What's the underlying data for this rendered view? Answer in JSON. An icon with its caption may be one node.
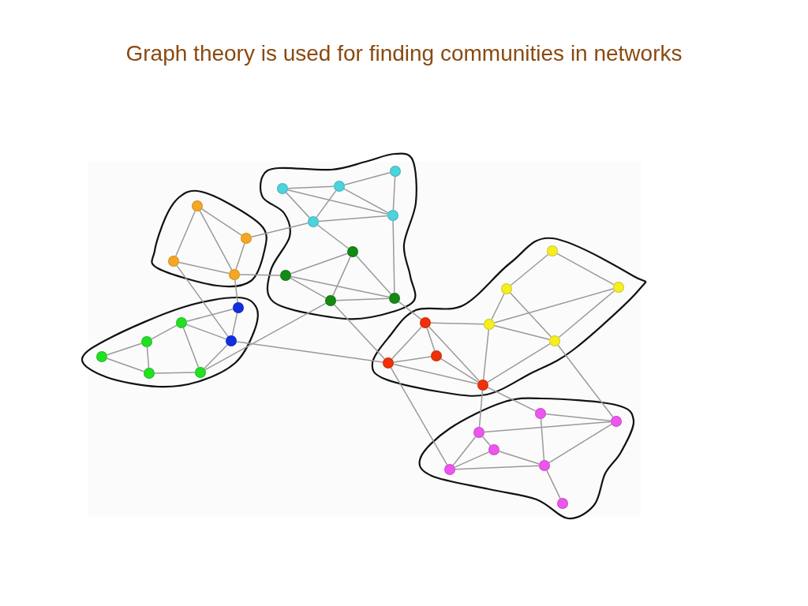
{
  "diagram": {
    "title": "Graph theory is used for finding communities in networks",
    "nodes": [
      {
        "text": [],
        "shape": "cloud"
      },
      {
        "text": [],
        "shape": "circle",
        "in": 0
      },
      {
        "text": [],
        "shape": "circle",
        "in": 0
      },
      {
        "text": [],
        "shape": "circle",
        "in": 0
      },
      {
        "text": [],
        "shape": "circle",
        "in": 0
      },
      {
        "text": [],
        "shape": "cloud"
      },
      {
        "text": [],
        "shape": "circle",
        "in": 5
      },
      {
        "text": [],
        "shape": "circle",
        "in": 5
      },
      {
        "text": [],
        "shape": "circle",
        "in": 5
      },
      {
        "text": [],
        "shape": "circle",
        "in": 5
      },
      {
        "text": [],
        "shape": "circle",
        "in": 5
      },
      {
        "text": [],
        "shape": "circle",
        "in": 5
      },
      {
        "text": [],
        "shape": "circle",
        "in": 5
      },
      {
        "text": [],
        "shape": "cloud"
      },
      {
        "text": [],
        "shape": "circle",
        "in": 13
      },
      {
        "text": [],
        "shape": "circle",
        "in": 13
      },
      {
        "text": [],
        "shape": "circle",
        "in": 13
      },
      {
        "text": [],
        "shape": "circle",
        "in": 13
      },
      {
        "text": [],
        "shape": "circle",
        "in": 13
      },
      {
        "text": [],
        "shape": "circle",
        "in": 13
      },
      {
        "text": [],
        "shape": "circle",
        "in": 13
      },
      {
        "text": [],
        "shape": "circle",
        "in": 13
      },
      {
        "text": [],
        "shape": "circle",
        "in": 13
      },
      {
        "text": [],
        "shape": "cloud"
      },
      {
        "text": [],
        "shape": "circle",
        "in": 23
      },
      {
        "text": [],
        "shape": "circle",
        "in": 23
      },
      {
        "text": [],
        "shape": "circle",
        "in": 23
      },
      {
        "text": [],
        "shape": "circle",
        "in": 23
      },
      {
        "text": [],
        "shape": "circle",
        "in": 23
      },
      {
        "text": [],
        "shape": "circle",
        "in": 23
      },
      {
        "text": [],
        "shape": "circle",
        "in": 23
      },
      {
        "text": [],
        "shape": "circle",
        "in": 23
      },
      {
        "text": [],
        "shape": "circle",
        "in": 23
      },
      {
        "text": [],
        "shape": "cloud"
      },
      {
        "text": [],
        "shape": "circle",
        "in": 33
      },
      {
        "text": [],
        "shape": "circle",
        "in": 33
      },
      {
        "text": [],
        "shape": "circle",
        "in": 33
      },
      {
        "text": [],
        "shape": "circle",
        "in": 33
      },
      {
        "text": [],
        "shape": "circle",
        "in": 33
      },
      {
        "text": [],
        "shape": "circle",
        "in": 33
      },
      {
        "text": [],
        "shape": "circle",
        "in": 33
      }
    ],
    "edges": [
      {
        "from": 1,
        "to": 2,
        "arrow": "none"
      },
      {
        "from": 1,
        "to": 3,
        "arrow": "none"
      },
      {
        "from": 1,
        "to": 4,
        "arrow": "none"
      },
      {
        "from": 2,
        "to": 4,
        "arrow": "none"
      },
      {
        "from": 3,
        "to": 4,
        "arrow": "none"
      },
      {
        "from": 2,
        "to": 18,
        "arrow": "none"
      },
      {
        "from": 4,
        "to": 20,
        "arrow": "none"
      },
      {
        "from": 4,
        "to": 6,
        "arrow": "none"
      },
      {
        "from": 3,
        "to": 8,
        "arrow": "none"
      },
      {
        "from": 6,
        "to": 8,
        "arrow": "none"
      },
      {
        "from": 6,
        "to": 7,
        "arrow": "none"
      },
      {
        "from": 8,
        "to": 7,
        "arrow": "none"
      },
      {
        "from": 8,
        "to": 11,
        "arrow": "none"
      },
      {
        "from": 8,
        "to": 31,
        "arrow": "none"
      },
      {
        "from": 7,
        "to": 9,
        "arrow": "none"
      },
      {
        "from": 7,
        "to": 11,
        "arrow": "none"
      },
      {
        "from": 9,
        "to": 10,
        "arrow": "none"
      },
      {
        "from": 9,
        "to": 12,
        "arrow": "none"
      },
      {
        "from": 10,
        "to": 12,
        "arrow": "none"
      },
      {
        "from": 12,
        "to": 11,
        "arrow": "none"
      },
      {
        "from": 11,
        "to": 22,
        "arrow": "none"
      },
      {
        "from": 16,
        "to": 15,
        "arrow": "none"
      },
      {
        "from": 16,
        "to": 18,
        "arrow": "none"
      },
      {
        "from": 16,
        "to": 17,
        "arrow": "none"
      },
      {
        "from": 15,
        "to": 14,
        "arrow": "none"
      },
      {
        "from": 15,
        "to": 18,
        "arrow": "none"
      },
      {
        "from": 15,
        "to": 17,
        "arrow": "none"
      },
      {
        "from": 14,
        "to": 17,
        "arrow": "none"
      },
      {
        "from": 18,
        "to": 17,
        "arrow": "none"
      },
      {
        "from": 18,
        "to": 19,
        "arrow": "none"
      },
      {
        "from": 17,
        "to": 21,
        "arrow": "none"
      },
      {
        "from": 19,
        "to": 20,
        "arrow": "none"
      },
      {
        "from": 19,
        "to": 22,
        "arrow": "none"
      },
      {
        "from": 19,
        "to": 21,
        "arrow": "none"
      },
      {
        "from": 20,
        "to": 22,
        "arrow": "none"
      },
      {
        "from": 20,
        "to": 21,
        "arrow": "none"
      },
      {
        "from": 22,
        "to": 21,
        "arrow": "none"
      },
      {
        "from": 21,
        "to": 27,
        "arrow": "none"
      },
      {
        "from": 22,
        "to": 31,
        "arrow": "none"
      },
      {
        "from": 27,
        "to": 30,
        "arrow": "none"
      },
      {
        "from": 27,
        "to": 31,
        "arrow": "none"
      },
      {
        "from": 27,
        "to": 32,
        "arrow": "none"
      },
      {
        "from": 27,
        "to": 28,
        "arrow": "none"
      },
      {
        "from": 30,
        "to": 31,
        "arrow": "none"
      },
      {
        "from": 30,
        "to": 32,
        "arrow": "none"
      },
      {
        "from": 31,
        "to": 32,
        "arrow": "none"
      },
      {
        "from": 32,
        "to": 28,
        "arrow": "none"
      },
      {
        "from": 32,
        "to": 29,
        "arrow": "none"
      },
      {
        "from": 32,
        "to": 36,
        "arrow": "none"
      },
      {
        "from": 32,
        "to": 34,
        "arrow": "none"
      },
      {
        "from": 31,
        "to": 39,
        "arrow": "none"
      },
      {
        "from": 24,
        "to": 26,
        "arrow": "none"
      },
      {
        "from": 24,
        "to": 25,
        "arrow": "none"
      },
      {
        "from": 26,
        "to": 28,
        "arrow": "none"
      },
      {
        "from": 26,
        "to": 29,
        "arrow": "none"
      },
      {
        "from": 25,
        "to": 28,
        "arrow": "none"
      },
      {
        "from": 25,
        "to": 29,
        "arrow": "none"
      },
      {
        "from": 28,
        "to": 29,
        "arrow": "none"
      },
      {
        "from": 29,
        "to": 35,
        "arrow": "none"
      },
      {
        "from": 34,
        "to": 35,
        "arrow": "none"
      },
      {
        "from": 34,
        "to": 38,
        "arrow": "none"
      },
      {
        "from": 36,
        "to": 35,
        "arrow": "none"
      },
      {
        "from": 36,
        "to": 37,
        "arrow": "none"
      },
      {
        "from": 36,
        "to": 39,
        "arrow": "none"
      },
      {
        "from": 37,
        "to": 39,
        "arrow": "none"
      },
      {
        "from": 37,
        "to": 38,
        "arrow": "none"
      },
      {
        "from": 39,
        "to": 38,
        "arrow": "none"
      },
      {
        "from": 35,
        "to": 38,
        "arrow": "none"
      },
      {
        "from": 38,
        "to": 40,
        "arrow": "none"
      }
    ]
  }
}
